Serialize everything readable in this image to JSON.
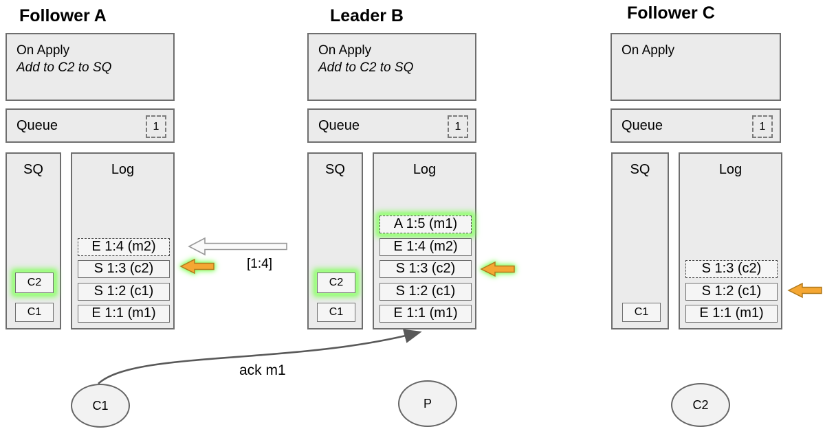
{
  "nodes": [
    {
      "id": "follower-a",
      "title": "Follower A",
      "on_apply": {
        "title": "On Apply",
        "rule": "Add to C2 to SQ"
      },
      "queue": {
        "label": "Queue",
        "count": "1"
      },
      "sq": {
        "label": "SQ",
        "items": [
          {
            "text": "C2",
            "highlighted": true
          },
          {
            "text": "C1",
            "highlighted": false
          }
        ]
      },
      "log": {
        "label": "Log",
        "entries": [
          {
            "text": "E 1:4 (m2)",
            "style": "dashed",
            "highlighted": false
          },
          {
            "text": "S 1:3 (c2)",
            "style": "solid",
            "highlighted": false
          },
          {
            "text": "S 1:2 (c1)",
            "style": "solid",
            "highlighted": false
          },
          {
            "text": "E 1:1 (m1)",
            "style": "solid",
            "highlighted": false
          }
        ]
      }
    },
    {
      "id": "leader-b",
      "title": "Leader B",
      "on_apply": {
        "title": "On Apply",
        "rule": "Add to C2 to SQ"
      },
      "queue": {
        "label": "Queue",
        "count": "1"
      },
      "sq": {
        "label": "SQ",
        "items": [
          {
            "text": "C2",
            "highlighted": true
          },
          {
            "text": "C1",
            "highlighted": false
          }
        ]
      },
      "log": {
        "label": "Log",
        "entries": [
          {
            "text": "A 1:5 (m1)",
            "style": "dashed",
            "highlighted": true
          },
          {
            "text": "E 1:4 (m2)",
            "style": "solid",
            "highlighted": false
          },
          {
            "text": "S 1:3 (c2)",
            "style": "solid",
            "highlighted": false
          },
          {
            "text": "S 1:2 (c1)",
            "style": "solid",
            "highlighted": false
          },
          {
            "text": "E 1:1 (m1)",
            "style": "solid",
            "highlighted": false
          }
        ]
      }
    },
    {
      "id": "follower-c",
      "title": "Follower C",
      "on_apply": {
        "title": "On Apply"
      },
      "queue": {
        "label": "Queue",
        "count": "1"
      },
      "sq": {
        "label": "SQ",
        "items": [
          {
            "text": "C1",
            "highlighted": false
          }
        ]
      },
      "log": {
        "label": "Log",
        "entries": [
          {
            "text": "S 1:3 (c2)",
            "style": "dashed",
            "highlighted": false
          },
          {
            "text": "S 1:2 (c1)",
            "style": "solid",
            "highlighted": false
          },
          {
            "text": "E 1:1 (m1)",
            "style": "solid",
            "highlighted": false
          }
        ]
      }
    }
  ],
  "annotations": {
    "replicate_range_label": "[1:4]",
    "ack_label": "ack m1"
  },
  "actors": [
    {
      "label": "C1"
    },
    {
      "label": "P"
    },
    {
      "label": "C2"
    }
  ],
  "colors": {
    "box_fill": "#ebebeb",
    "entry_fill": "#f5f5f5",
    "border_gray": "#6e6e6e",
    "highlight_green": "#7fff57",
    "arrow_orange_fill": "#f5a733",
    "arrow_orange_stroke": "#b17a1d",
    "arrow_white_fill": "#fafafa",
    "arrow_white_stroke": "#999999",
    "ack_arrow_gray": "#595959"
  }
}
